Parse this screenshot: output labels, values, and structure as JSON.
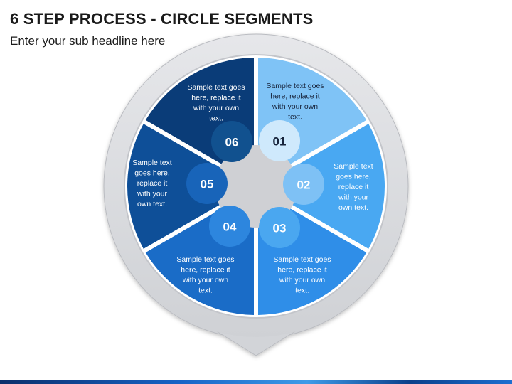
{
  "header": {
    "title": "6 STEP PROCESS - CIRCLE SEGMENTS",
    "subtitle": "Enter your sub headline here"
  },
  "colors": {
    "outer_ring": "#dcdde0",
    "hub": "#cfd0d4",
    "seg_01": "#7fc3f6",
    "seg_02": "#49a8f2",
    "seg_03": "#2f8ee8",
    "seg_04": "#1a6cc7",
    "seg_05": "#0e4f98",
    "seg_06": "#0a3c78",
    "dark_text": "#17233a",
    "light_text": "#ffffff"
  },
  "steps": [
    {
      "number": "01",
      "text": [
        "Sample text goes",
        "here, replace it",
        "with your own",
        "text."
      ]
    },
    {
      "number": "02",
      "text": [
        "Sample text",
        "goes here,",
        "replace it",
        "with your",
        "own text."
      ]
    },
    {
      "number": "03",
      "text": [
        "Sample text goes",
        "here, replace it",
        "with your own",
        "text."
      ]
    },
    {
      "number": "04",
      "text": [
        "Sample text goes",
        "here, replace it",
        "with your own",
        "text."
      ]
    },
    {
      "number": "05",
      "text": [
        "Sample text",
        "goes here,",
        "replace it",
        "with your",
        "own text."
      ]
    },
    {
      "number": "06",
      "text": [
        "Sample text goes",
        "here, replace it",
        "with your own",
        "text."
      ]
    }
  ]
}
